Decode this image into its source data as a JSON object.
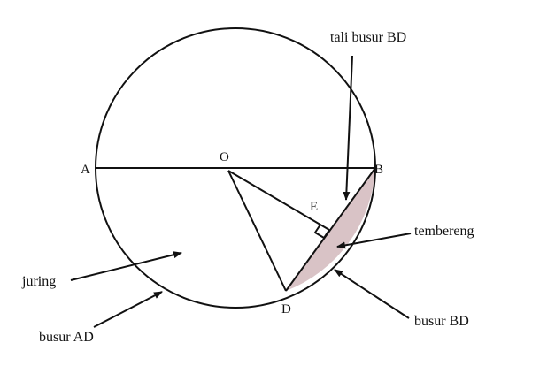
{
  "points": {
    "A": "A",
    "O": "O",
    "B": "B",
    "E": "E",
    "D": "D"
  },
  "annotations": {
    "chord": "tali busur BD",
    "segment": "tembereng",
    "sector": "juring",
    "arc_ad": "busur AD",
    "arc_bd": "busur BD"
  },
  "colors": {
    "segment_fill": "#d9c3c6",
    "stroke": "#111111"
  }
}
